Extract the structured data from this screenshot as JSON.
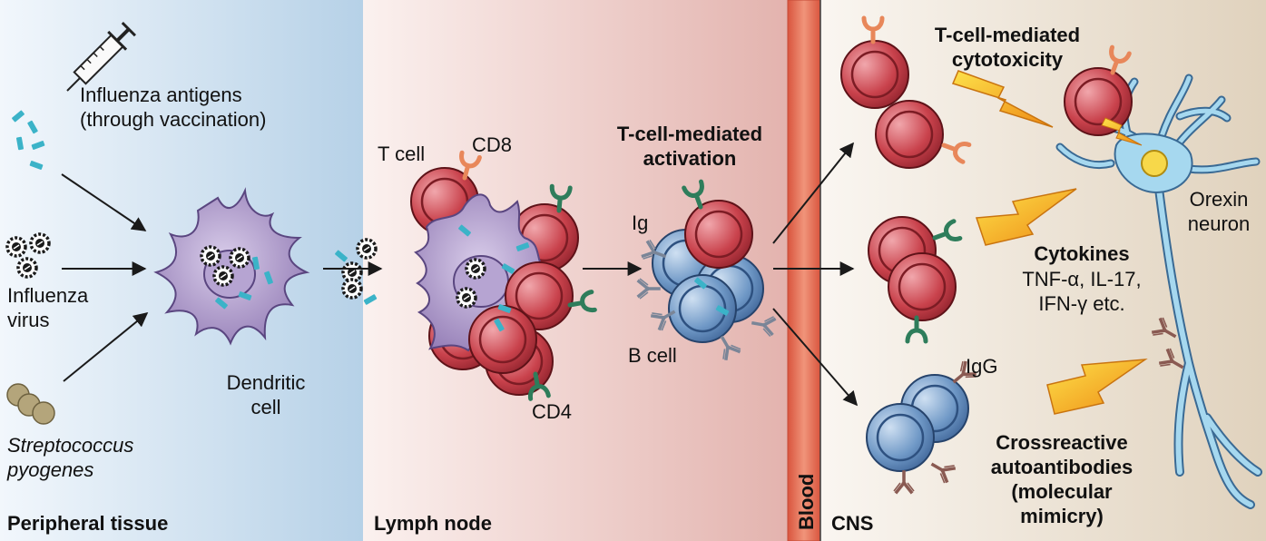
{
  "sections": {
    "peripheral": "Peripheral tissue",
    "lymph": "Lymph node",
    "blood": "Blood",
    "cns": "CNS"
  },
  "labels": {
    "influenza_antigens": "Influenza antigens\n(through vaccination)",
    "influenza_virus": "Influenza\nvirus",
    "strep": "Streptococcus\npyogenes",
    "dendritic": "Dendritic\ncell",
    "t_cell": "T cell",
    "cd8": "CD8",
    "cd4": "CD4",
    "t_activation": "T-cell-mediated\nactivation",
    "ig": "Ig",
    "b_cell": "B cell",
    "t_cytotox": "T-cell-mediated\ncytotoxicity",
    "orexin": "Orexin\nneuron",
    "cytokines_title": "Cytokines",
    "cytokines_list": "TNF-α, IL-17,\nIFN-γ etc.",
    "igg": "IgG",
    "crossreactive": "Crossreactive\nautoantibodies\n(molecular\nmimicry)"
  },
  "colors": {
    "peripheral_bg": "#b9d3e8",
    "lymph_bg": "#e8b9b5",
    "blood_band": "#e8735a",
    "cns_bg": "#e5d9c6",
    "t_cell": "#b8343e",
    "b_cell": "#5a87b8",
    "dendritic": "#9c86bb",
    "antigen": "#3bb3c8",
    "cd8_receptor": "#e8875a",
    "cd4_receptor": "#2e7d5b",
    "antibody": "#7a8597",
    "igg_antibody": "#8a5a52",
    "neuron": "#a6d8ef",
    "lightning": "#f2a21b"
  }
}
